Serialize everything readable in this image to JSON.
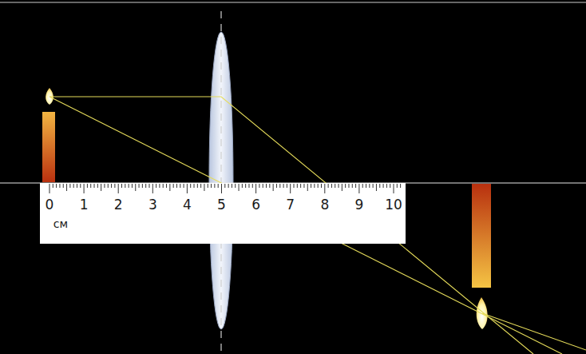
{
  "diagram": {
    "labels": [
      "0",
      "1",
      "2",
      "3",
      "4",
      "5",
      "6",
      "7",
      "8",
      "9",
      "10",
      "см"
    ]
  }
}
